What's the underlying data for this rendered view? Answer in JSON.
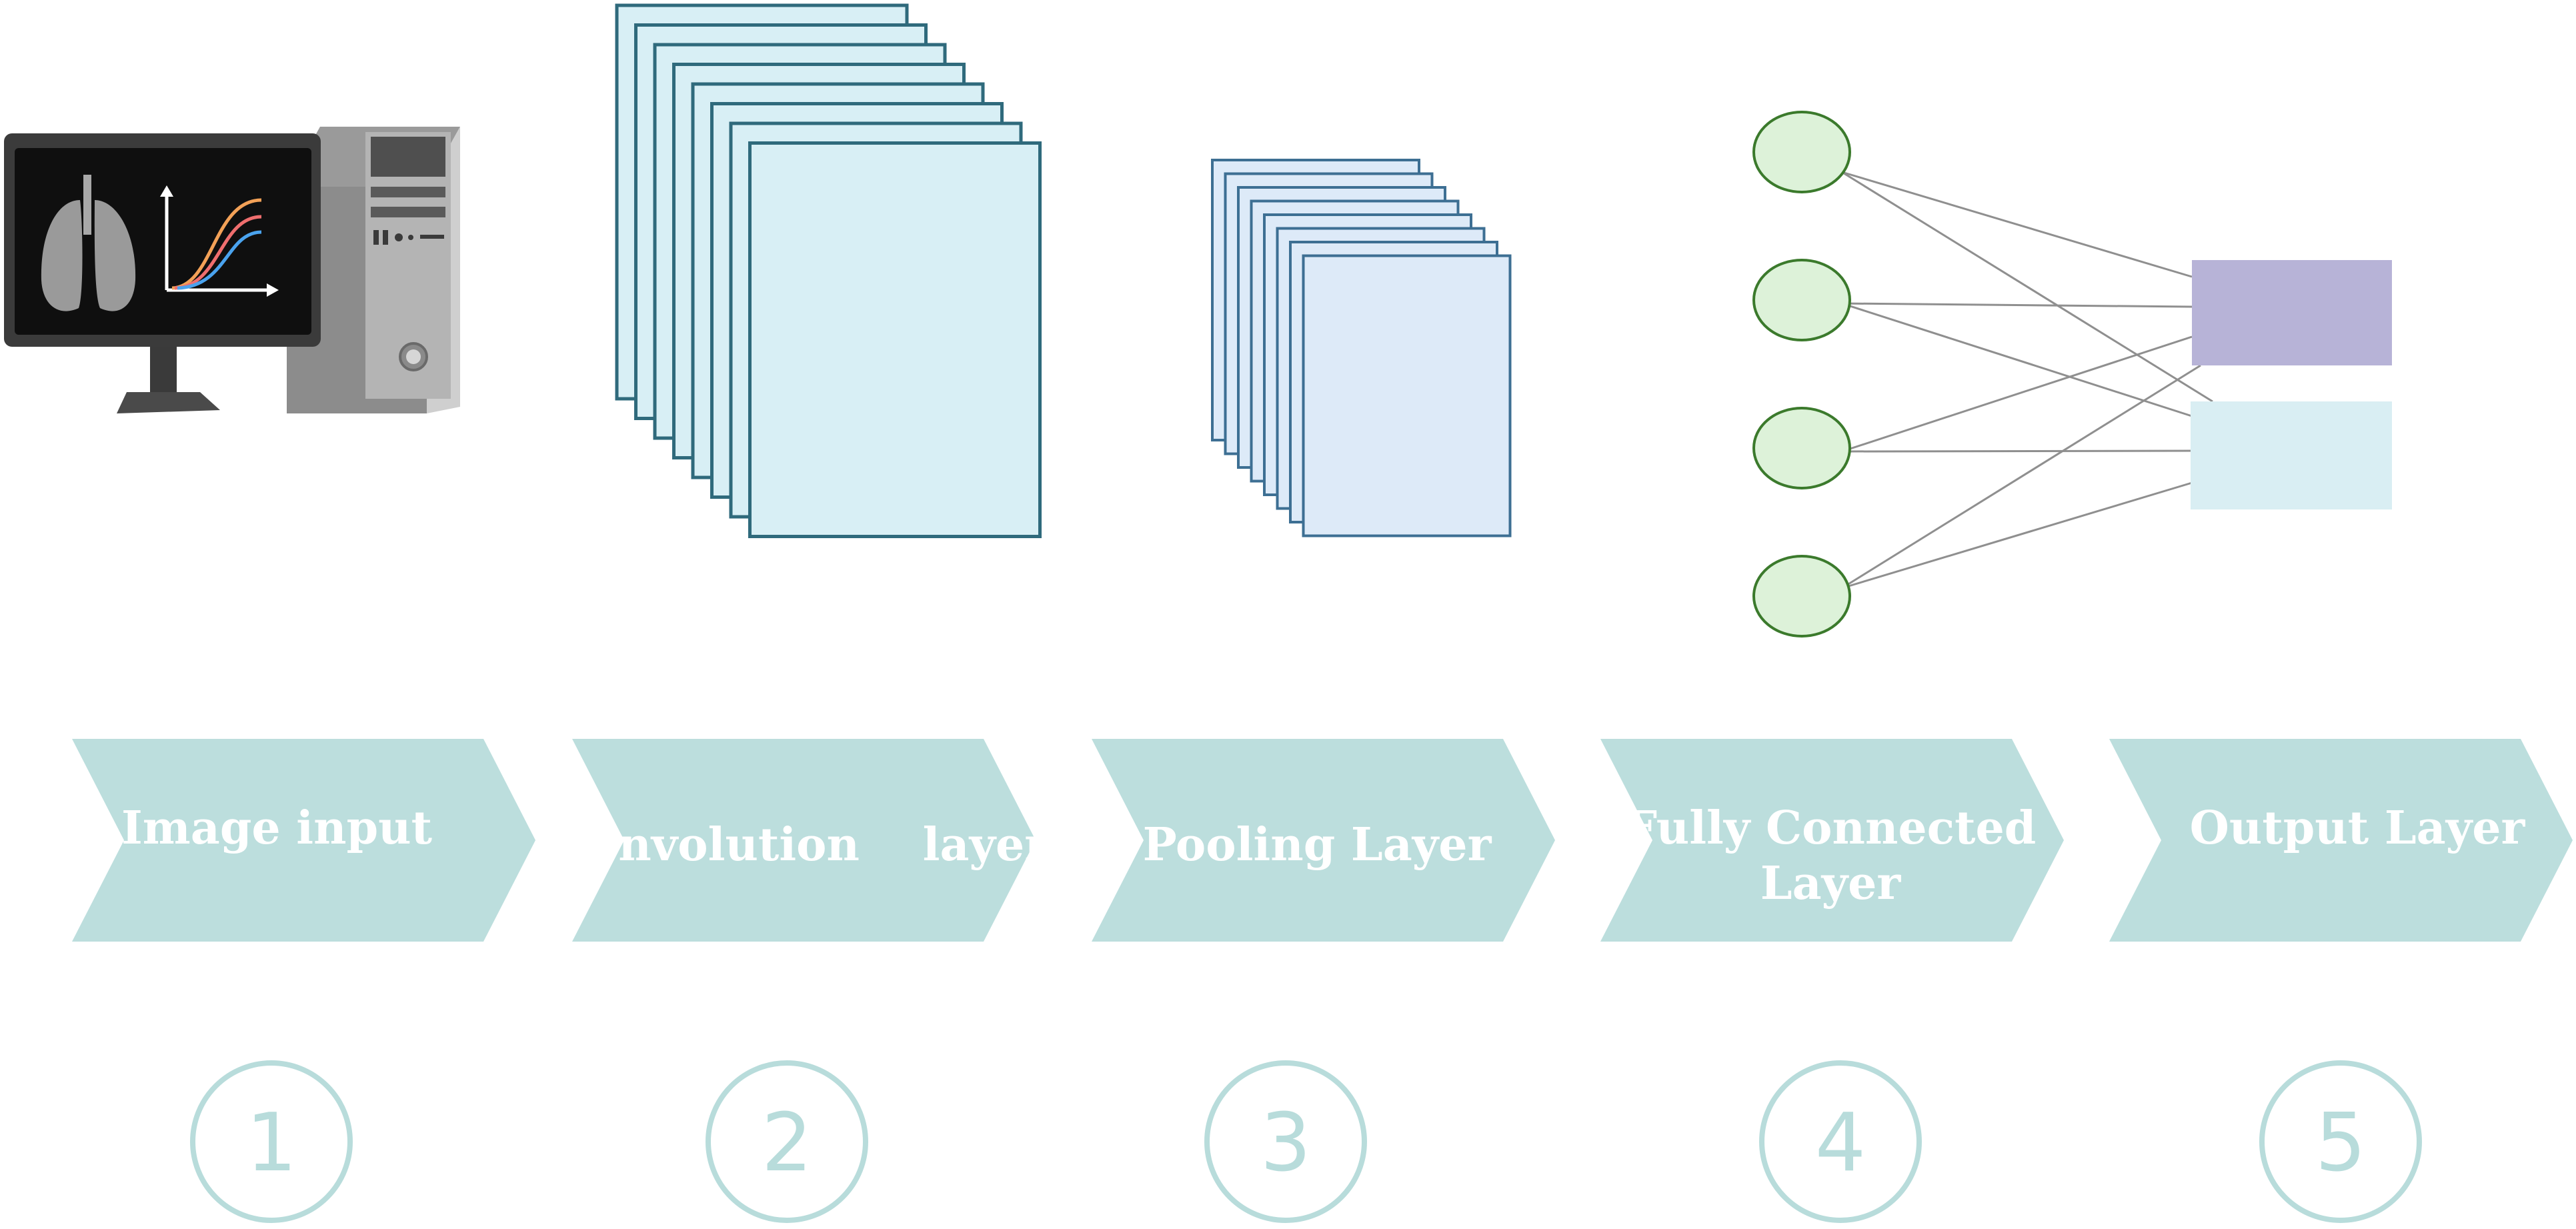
{
  "colors": {
    "chevron": "#bcdedd",
    "step_ring": "#b8dcdb",
    "conv_fill": "#d8eff5",
    "conv_stroke": "#2f6a7c",
    "pool_fill": "#ddeaf8",
    "pool_stroke": "#3d6f93",
    "node_fill": "#ddf2d9",
    "node_stroke": "#3b7a2c",
    "output_1": "#b7b3d7",
    "output_2": "#d9eef3",
    "edge": "#8f8f8f"
  },
  "icons": {
    "computer": "computer-with-lung-scan-icon"
  },
  "steps": [
    {
      "label_lines": [
        "Image input"
      ],
      "number": "1"
    },
    {
      "label_lines": [
        "Convolution    layer"
      ],
      "number": "2"
    },
    {
      "label_lines": [
        "Pooling Layer"
      ],
      "number": "3"
    },
    {
      "label_lines": [
        "Fully Connected",
        "Layer"
      ],
      "number": "4"
    },
    {
      "label_lines": [
        "Output Layer"
      ],
      "number": "5"
    }
  ]
}
